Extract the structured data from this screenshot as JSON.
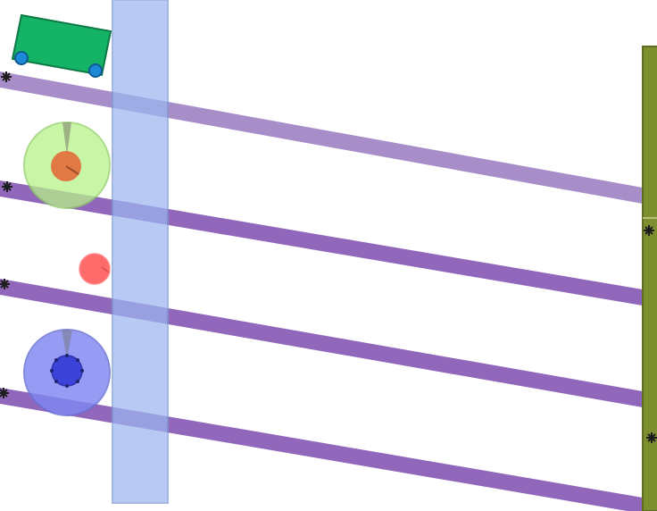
{
  "scene": {
    "background": "#ffffff",
    "colors": {
      "ramp": "#8a5fb6",
      "ramp_top": "#a084c4",
      "water": "#9db7f0",
      "cart": "#14b366",
      "cart_stroke": "#0d7a45",
      "wheel": "#1c8ad8",
      "green_wheel": "#b7f28a",
      "orange_hub": "#e36b3a",
      "red_ball": "#ff6b6b",
      "blue_wheel": "#7f87f2",
      "blue_hub": "#3c43d8",
      "wall": "#7e8f30",
      "wall_stroke": "#5f6d22",
      "pivot": "#1d1d1d"
    },
    "objects": {
      "cart": {
        "name": "green-cart",
        "wheel_count": 2
      },
      "ramps": [
        {
          "name": "ramp-1"
        },
        {
          "name": "ramp-2"
        },
        {
          "name": "ramp-3"
        },
        {
          "name": "ramp-4"
        }
      ],
      "pivots": [
        {
          "name": "pivot-left-1"
        },
        {
          "name": "pivot-left-2"
        },
        {
          "name": "pivot-left-3"
        },
        {
          "name": "pivot-left-4"
        },
        {
          "name": "pivot-right-1"
        },
        {
          "name": "pivot-right-2"
        }
      ],
      "water_column": {
        "name": "water-column"
      },
      "wall": {
        "name": "right-wall"
      },
      "green_wheel": {
        "name": "green-wheel"
      },
      "red_ball": {
        "name": "red-ball"
      },
      "blue_wheel": {
        "name": "blue-wheel"
      }
    }
  }
}
